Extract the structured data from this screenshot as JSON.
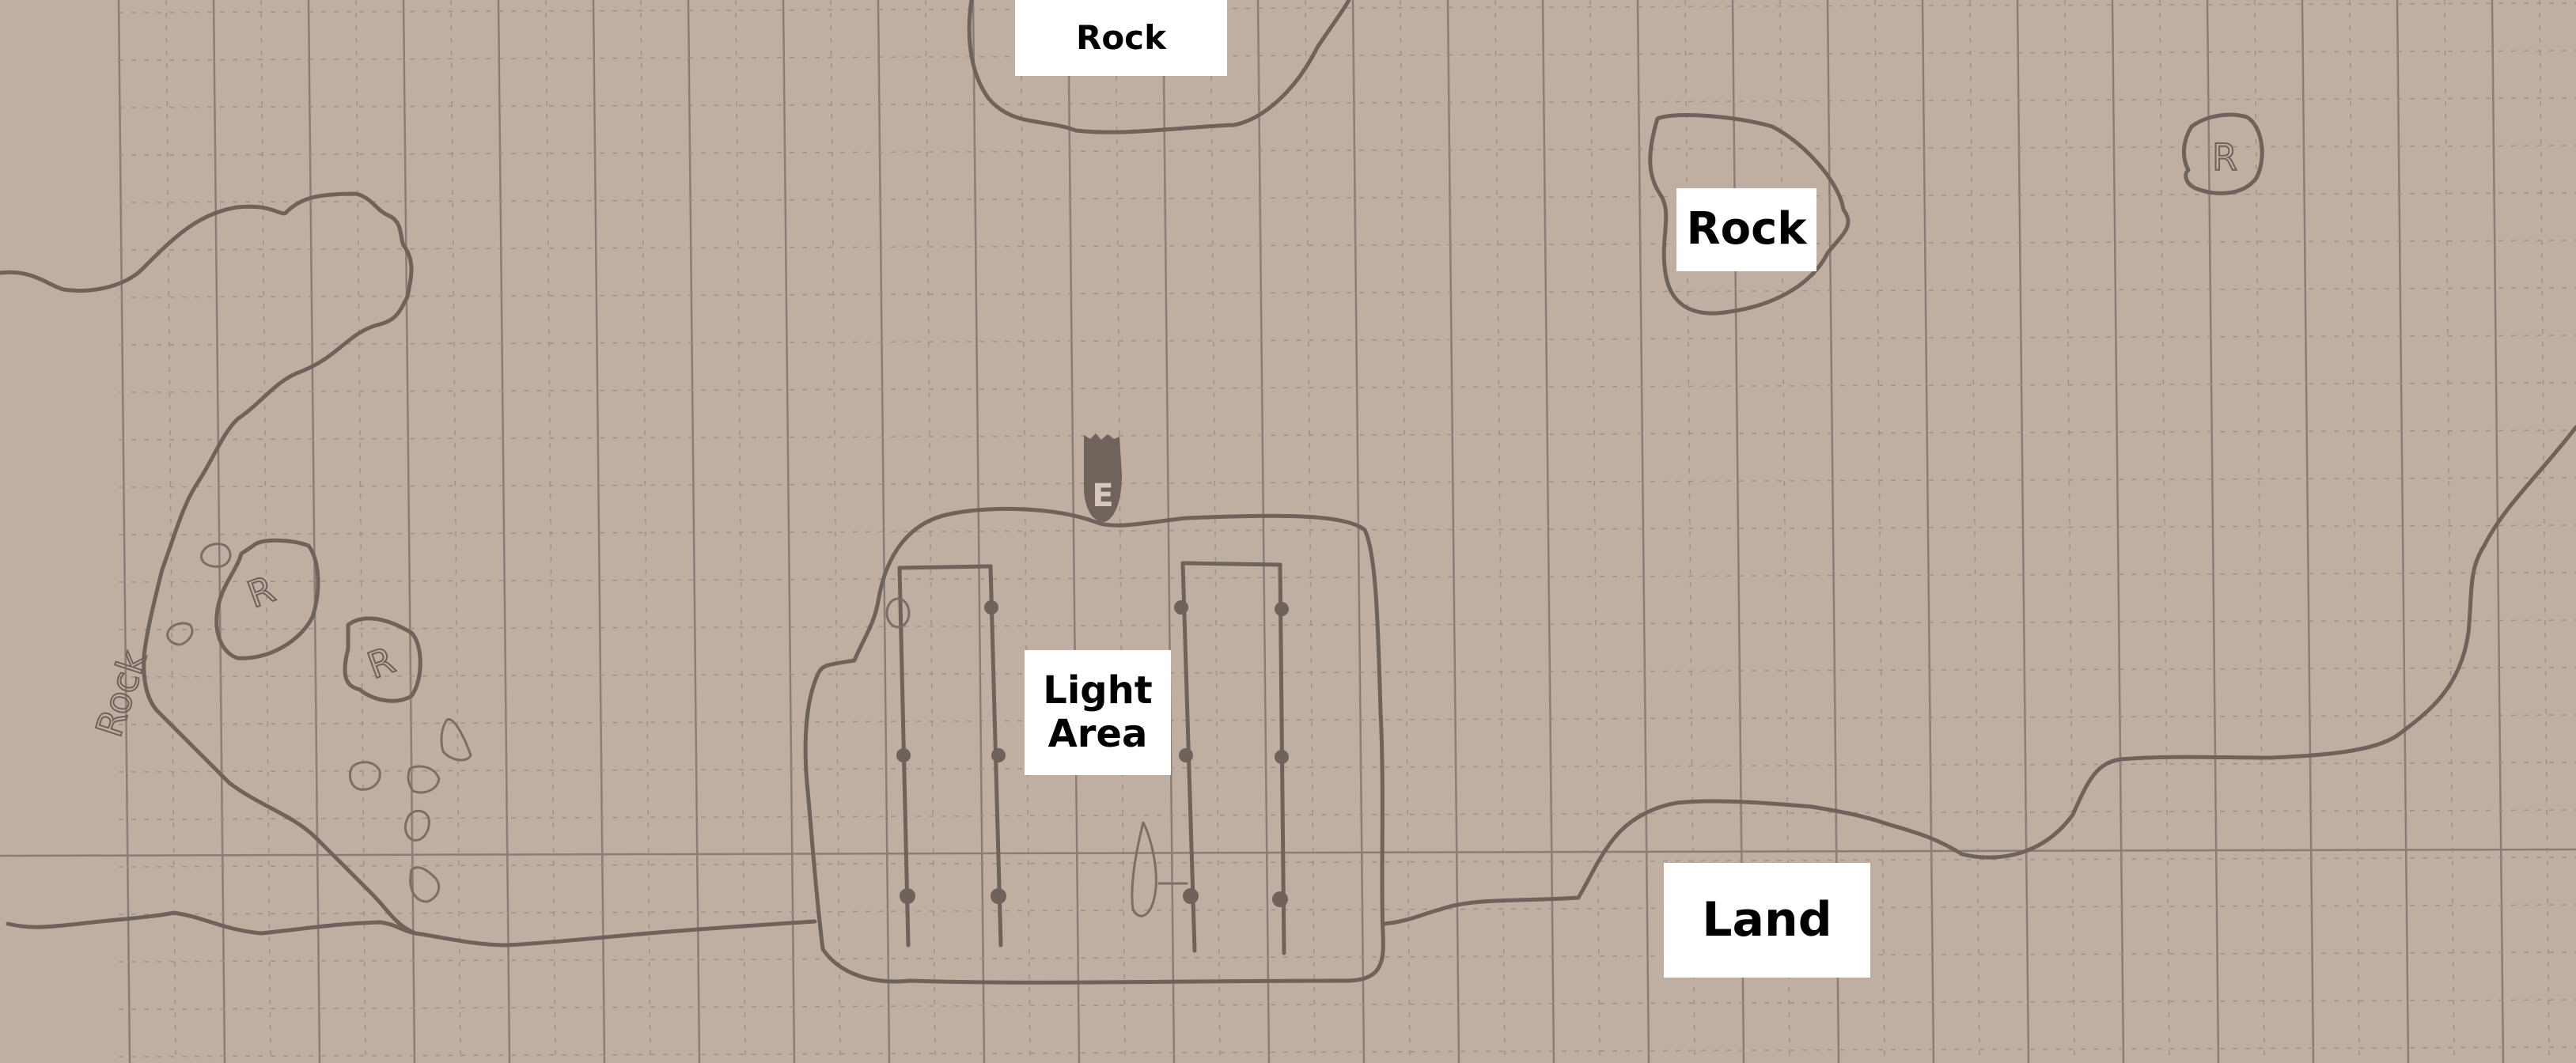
{
  "map": {
    "title": "Hand-drawn terrain map on graph paper",
    "paper_color": "#bfaea2",
    "pencil_color": "#6e625b",
    "label_bg": "#ffffff",
    "label_text_color": "#000000"
  },
  "labels": {
    "rock_top": "Rock",
    "rock_right": "Rock",
    "light_area_line1": "Light",
    "light_area_line2": "Area",
    "land": "Land",
    "rock_handwritten": "Rock"
  },
  "markers": {
    "entrance": "E",
    "small_rock": "R"
  },
  "features": [
    {
      "name": "rock-top",
      "label": "Rock"
    },
    {
      "name": "rock-right",
      "label": "Rock"
    },
    {
      "name": "small-rock-far-right",
      "label": "R"
    },
    {
      "name": "rock-cliff-left",
      "label": "Rock"
    },
    {
      "name": "light-area-structure",
      "label": "Light Area"
    },
    {
      "name": "entrance-marker",
      "label": "E"
    },
    {
      "name": "land-region",
      "label": "Land"
    }
  ]
}
